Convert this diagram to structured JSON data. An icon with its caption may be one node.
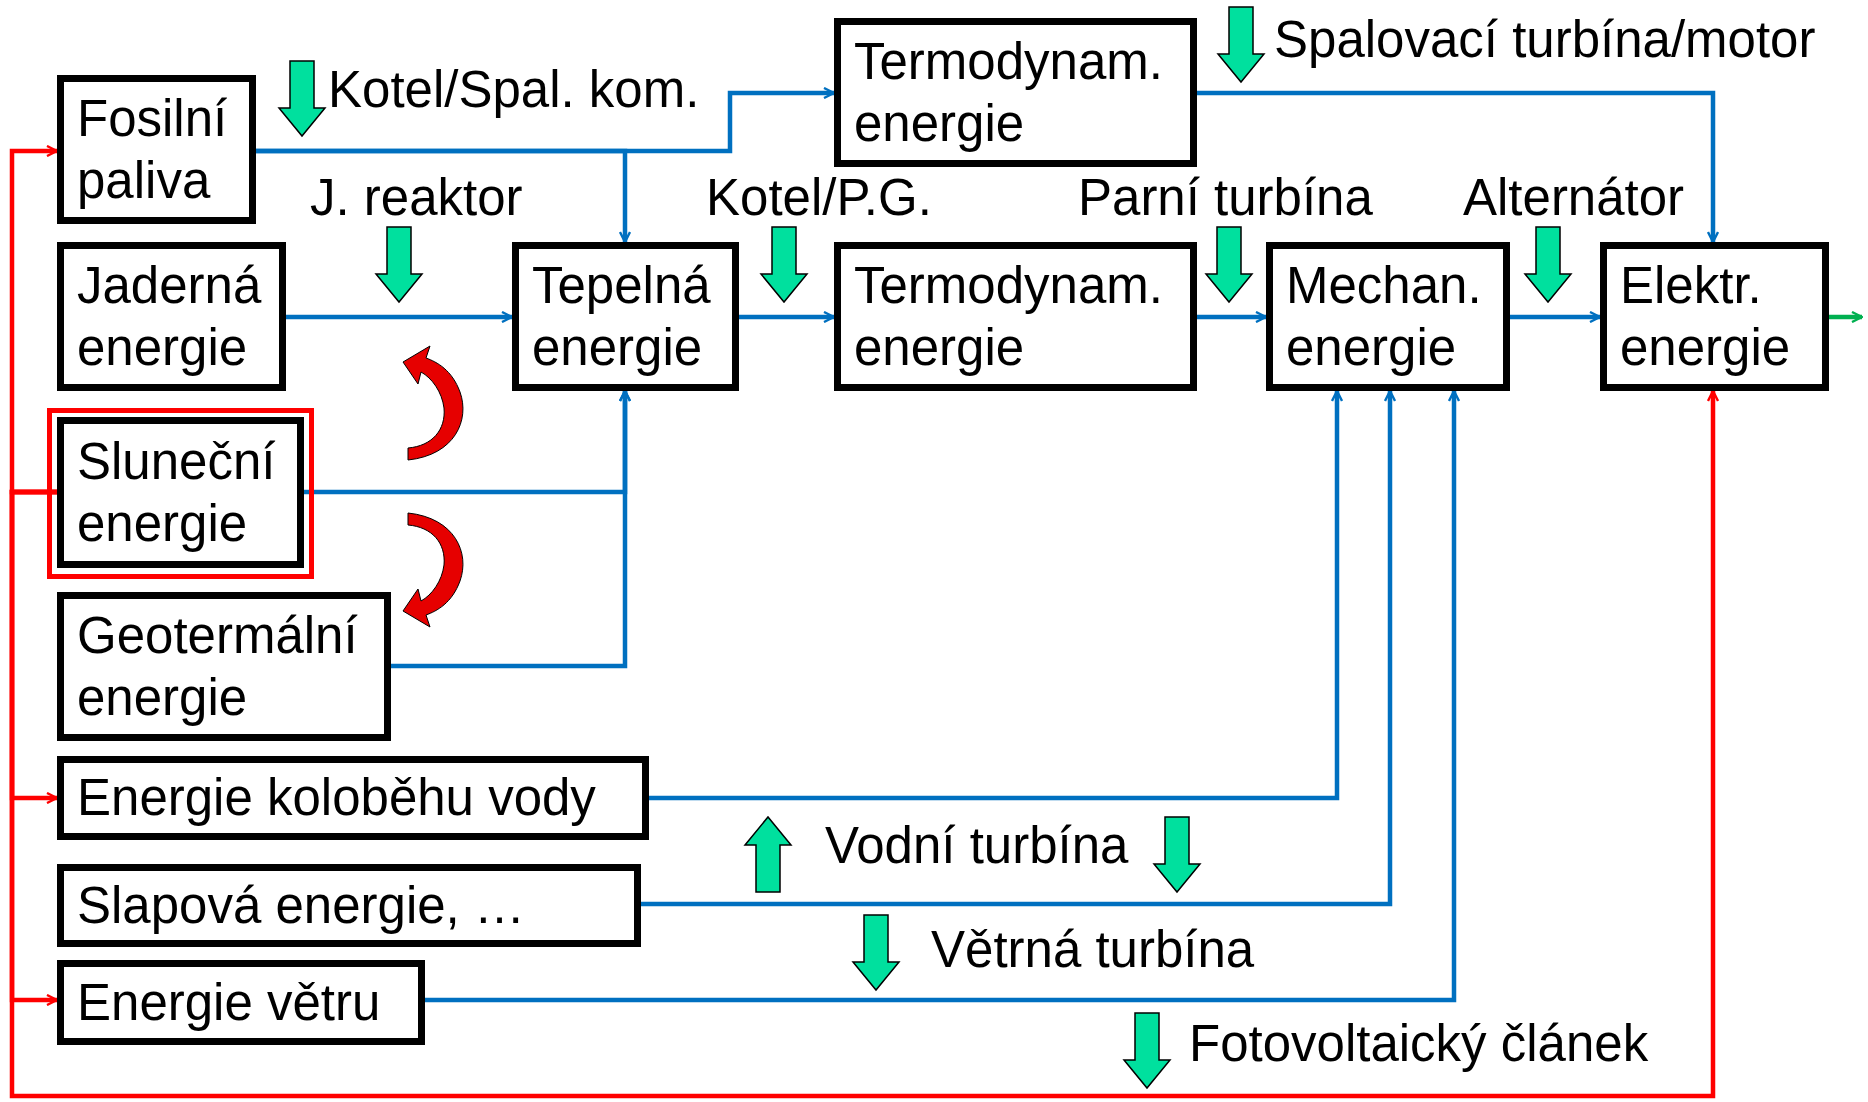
{
  "diagram": {
    "nodes": [
      {
        "text": [
          "Fosilní paliva"
        ]
      },
      {
        "text": [
          "Jaderná energie"
        ]
      },
      {
        "text": [
          "Sluneční energie"
        ]
      },
      {
        "text": [
          "Geotermální energie"
        ]
      },
      {
        "text": [
          "Energie koloběhu vody"
        ]
      },
      {
        "text": [
          "Slapová energie, …"
        ]
      },
      {
        "text": [
          "Energie větru"
        ]
      },
      {
        "text": [
          "Tepelná energie"
        ]
      },
      {
        "text": [
          "Termodynam. energie"
        ]
      },
      {
        "text": [
          "Termodynam. energie"
        ]
      },
      {
        "text": [
          "Mechan. energie"
        ]
      },
      {
        "text": [
          "Elektr. energie"
        ]
      }
    ],
    "edges": [
      {
        "from": 0,
        "to": 7,
        "arrow": "to"
      },
      {
        "from": 0,
        "to": 8,
        "arrow": "to"
      },
      {
        "from": 1,
        "to": 7,
        "arrow": "to"
      },
      {
        "from": 2,
        "to": 7,
        "arrow": "to"
      },
      {
        "from": 3,
        "to": 7,
        "arrow": "to"
      },
      {
        "from": 7,
        "to": 9,
        "arrow": "to"
      },
      {
        "from": 8,
        "to": 11,
        "arrow": "to"
      },
      {
        "from": 9,
        "to": 10,
        "arrow": "to"
      },
      {
        "from": 10,
        "to": 11,
        "arrow": "to"
      },
      {
        "from": 4,
        "to": 10,
        "arrow": "to"
      },
      {
        "from": 5,
        "to": 10,
        "arrow": "to"
      },
      {
        "from": 6,
        "to": 10,
        "arrow": "to"
      },
      {
        "from": 11,
        "to": null,
        "arrow": "to",
        "color": "#00b050"
      },
      {
        "from": 2,
        "to": 0,
        "arrow": "to",
        "color": "#ff0000"
      },
      {
        "from": 2,
        "to": 4,
        "arrow": "to",
        "color": "#ff0000"
      },
      {
        "from": 2,
        "to": 6,
        "arrow": "to",
        "color": "#ff0000"
      },
      {
        "from": 2,
        "to": 11,
        "arrow": "to",
        "color": "#ff0000"
      }
    ],
    "labels": [
      "Spalovací turbína/motor",
      "Kotel/Spal. kom.",
      "J. reaktor",
      "Kotel/P.G.",
      "Parní turbína",
      "Alternátor",
      "Vodní turbína",
      "Větrná turbína",
      "Fotovoltaický článek"
    ]
  }
}
